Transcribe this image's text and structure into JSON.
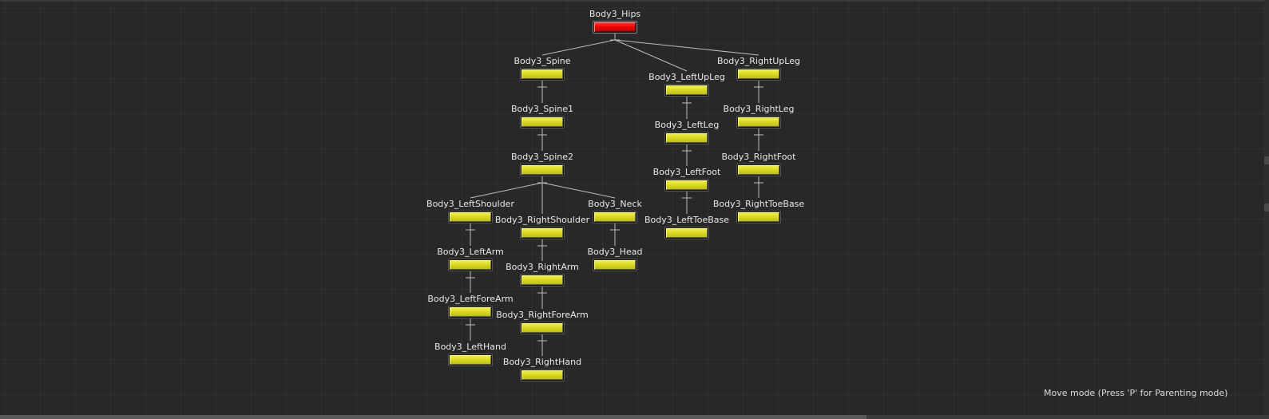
{
  "colors": {
    "background": "#282828",
    "link_line": "#bdbdbd",
    "node_yellow": "#d8d822",
    "node_red": "#ef0000",
    "label_text": "#e8e8e8"
  },
  "status": {
    "mode_text": "Move mode (Press 'P' for Parenting mode)"
  },
  "hierarchy": {
    "root": "Body3_Hips",
    "nodes": [
      {
        "name": "Body3_Hips",
        "parent": null,
        "state": "selected"
      },
      {
        "name": "Body3_Spine",
        "parent": "Body3_Hips",
        "state": "normal"
      },
      {
        "name": "Body3_LeftUpLeg",
        "parent": "Body3_Hips",
        "state": "normal"
      },
      {
        "name": "Body3_RightUpLeg",
        "parent": "Body3_Hips",
        "state": "normal"
      },
      {
        "name": "Body3_Spine1",
        "parent": "Body3_Spine",
        "state": "normal"
      },
      {
        "name": "Body3_Spine2",
        "parent": "Body3_Spine1",
        "state": "normal"
      },
      {
        "name": "Body3_LeftShoulder",
        "parent": "Body3_Spine2",
        "state": "normal"
      },
      {
        "name": "Body3_RightShoulder",
        "parent": "Body3_Spine2",
        "state": "normal"
      },
      {
        "name": "Body3_Neck",
        "parent": "Body3_Spine2",
        "state": "normal"
      },
      {
        "name": "Body3_LeftArm",
        "parent": "Body3_LeftShoulder",
        "state": "normal"
      },
      {
        "name": "Body3_LeftForeArm",
        "parent": "Body3_LeftArm",
        "state": "normal"
      },
      {
        "name": "Body3_LeftHand",
        "parent": "Body3_LeftForeArm",
        "state": "normal"
      },
      {
        "name": "Body3_RightArm",
        "parent": "Body3_RightShoulder",
        "state": "normal"
      },
      {
        "name": "Body3_RightForeArm",
        "parent": "Body3_RightArm",
        "state": "normal"
      },
      {
        "name": "Body3_RightHand",
        "parent": "Body3_RightForeArm",
        "state": "normal"
      },
      {
        "name": "Body3_Head",
        "parent": "Body3_Neck",
        "state": "normal"
      },
      {
        "name": "Body3_LeftLeg",
        "parent": "Body3_LeftUpLeg",
        "state": "normal"
      },
      {
        "name": "Body3_LeftFoot",
        "parent": "Body3_LeftLeg",
        "state": "normal"
      },
      {
        "name": "Body3_LeftToeBase",
        "parent": "Body3_LeftFoot",
        "state": "normal"
      },
      {
        "name": "Body3_RightLeg",
        "parent": "Body3_RightUpLeg",
        "state": "normal"
      },
      {
        "name": "Body3_RightFoot",
        "parent": "Body3_RightLeg",
        "state": "normal"
      },
      {
        "name": "Body3_RightToeBase",
        "parent": "Body3_RightFoot",
        "state": "normal"
      }
    ]
  }
}
